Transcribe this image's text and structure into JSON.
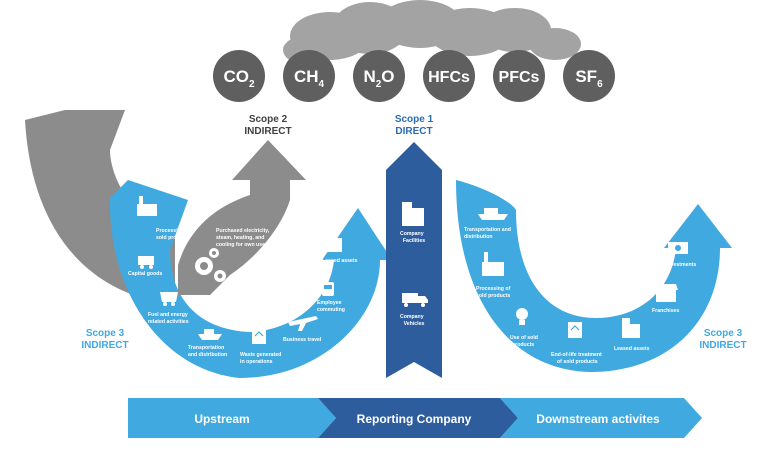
{
  "gases": [
    {
      "base": "CO",
      "sub": "2"
    },
    {
      "base": "CH",
      "sub": "4"
    },
    {
      "base": "N",
      "sub": "2",
      "tail": "O"
    },
    {
      "base": "HFCs",
      "sub": ""
    },
    {
      "base": "PFCs",
      "sub": ""
    },
    {
      "base": "SF",
      "sub": "6"
    }
  ],
  "scope2": {
    "title": "Scope 2",
    "subtitle": "INDIRECT",
    "item": [
      "Purchased electricity,",
      "steam, heating, and",
      "cooling for own use"
    ]
  },
  "scope1": {
    "title": "Scope 1",
    "subtitle": "DIRECT",
    "items": [
      [
        "Company",
        "Facilities"
      ],
      [
        "Company",
        "Vehicles"
      ]
    ]
  },
  "scope3_left": {
    "title": "Scope 3",
    "subtitle": "INDIRECT"
  },
  "scope3_right": {
    "title": "Scope 3",
    "subtitle": "INDIRECT"
  },
  "upstream_items": {
    "processing": [
      "Processing of",
      "sold products"
    ],
    "capital": [
      "Capital goods"
    ],
    "fuel": [
      "Fuel and energy",
      "related activities"
    ],
    "transport": [
      "Transportation",
      "and distribution"
    ],
    "waste": [
      "Waste generated",
      "in operations"
    ],
    "travel": [
      "Business travel"
    ],
    "commuting": [
      "Employee",
      "commuting"
    ],
    "leased": [
      "Leased assets"
    ]
  },
  "downstream_items": {
    "transport": [
      "Transportation and",
      "distribution"
    ],
    "processing": [
      "Processing of",
      "sold products"
    ],
    "use": [
      "Use of sold",
      "products"
    ],
    "eol": [
      "End-of-life treatment",
      "of sold products"
    ],
    "leased": [
      "Leased assets"
    ],
    "franchises": [
      "Franchises"
    ],
    "investments": [
      "Investments"
    ]
  },
  "bottom_band": {
    "upstream": "Upstream",
    "reporting": "Reporting Company",
    "downstream": "Downstream activites"
  },
  "colors": {
    "light_blue": "#3fa9e0",
    "dark_blue": "#2e5d9e",
    "gray": "#8c8c8c",
    "cloud": "#a3a3a3",
    "gas_circle": "#5f5f5f",
    "scope_text_blue": "#2b6cb0"
  }
}
